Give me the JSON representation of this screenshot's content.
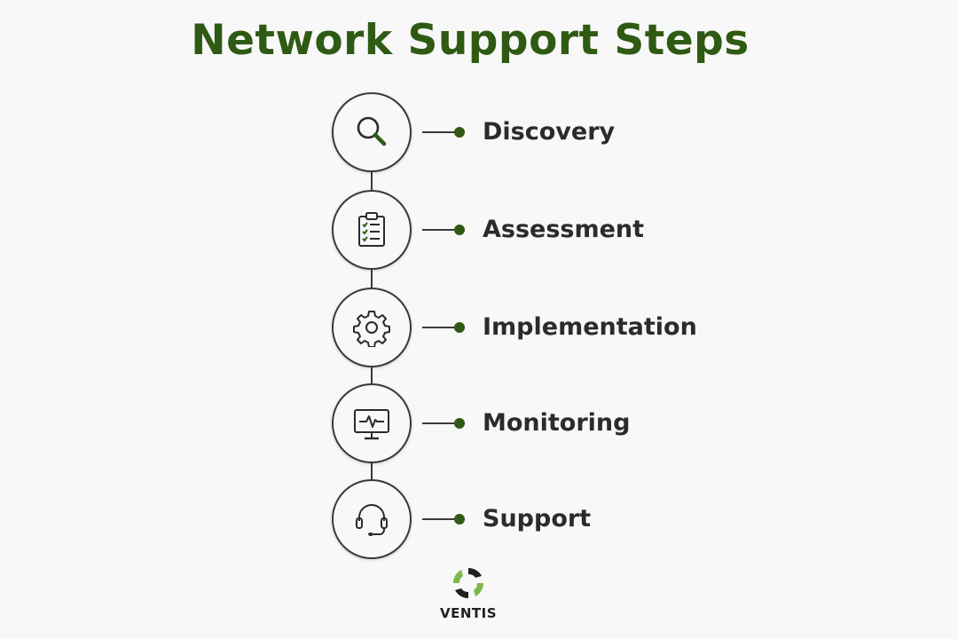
{
  "title": "Network Support Steps",
  "accent_color": "#2f5a14",
  "steps": [
    {
      "label": "Discovery",
      "icon": "magnifier-icon"
    },
    {
      "label": "Assessment",
      "icon": "clipboard-checklist-icon"
    },
    {
      "label": "Implementation",
      "icon": "gear-icon"
    },
    {
      "label": "Monitoring",
      "icon": "monitor-pulse-icon"
    },
    {
      "label": "Support",
      "icon": "headset-icon"
    }
  ],
  "brand": {
    "name": "VENTIS",
    "logo_icon": "ventis-swirl-logo"
  }
}
